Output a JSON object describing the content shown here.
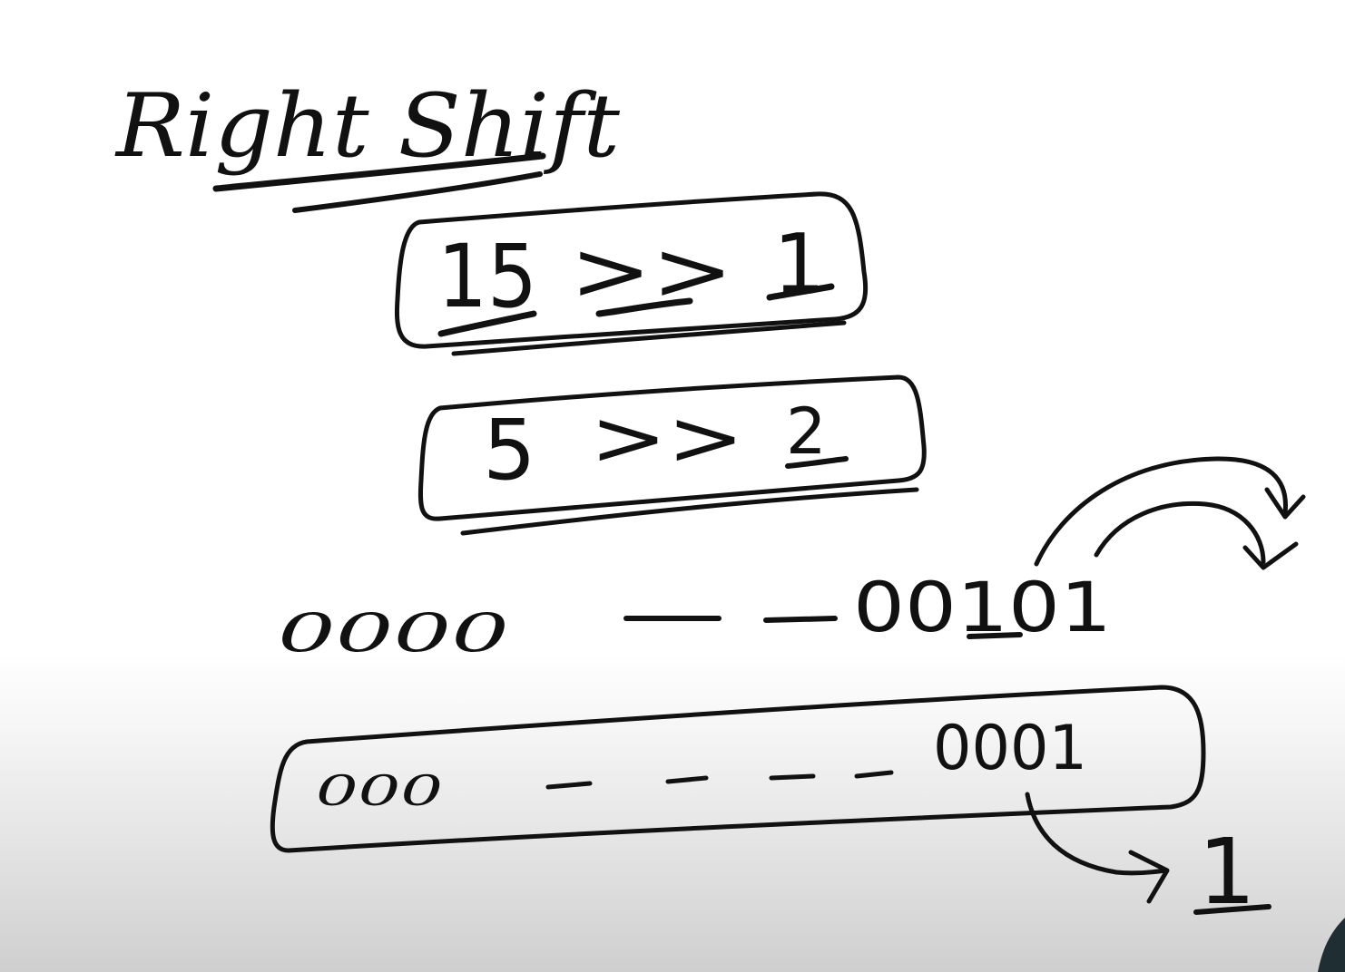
{
  "title": "Right Shift",
  "expression_1": {
    "left": "15",
    "operator": ">>",
    "right": "1"
  },
  "expression_2": {
    "left": "5",
    "operator": ">>",
    "right": "2"
  },
  "binary_original": {
    "prefix": "0000",
    "suffix": "00101"
  },
  "binary_shifted": {
    "prefix": "000",
    "suffix": "0001"
  },
  "result": "1",
  "ink_color": "#111111"
}
